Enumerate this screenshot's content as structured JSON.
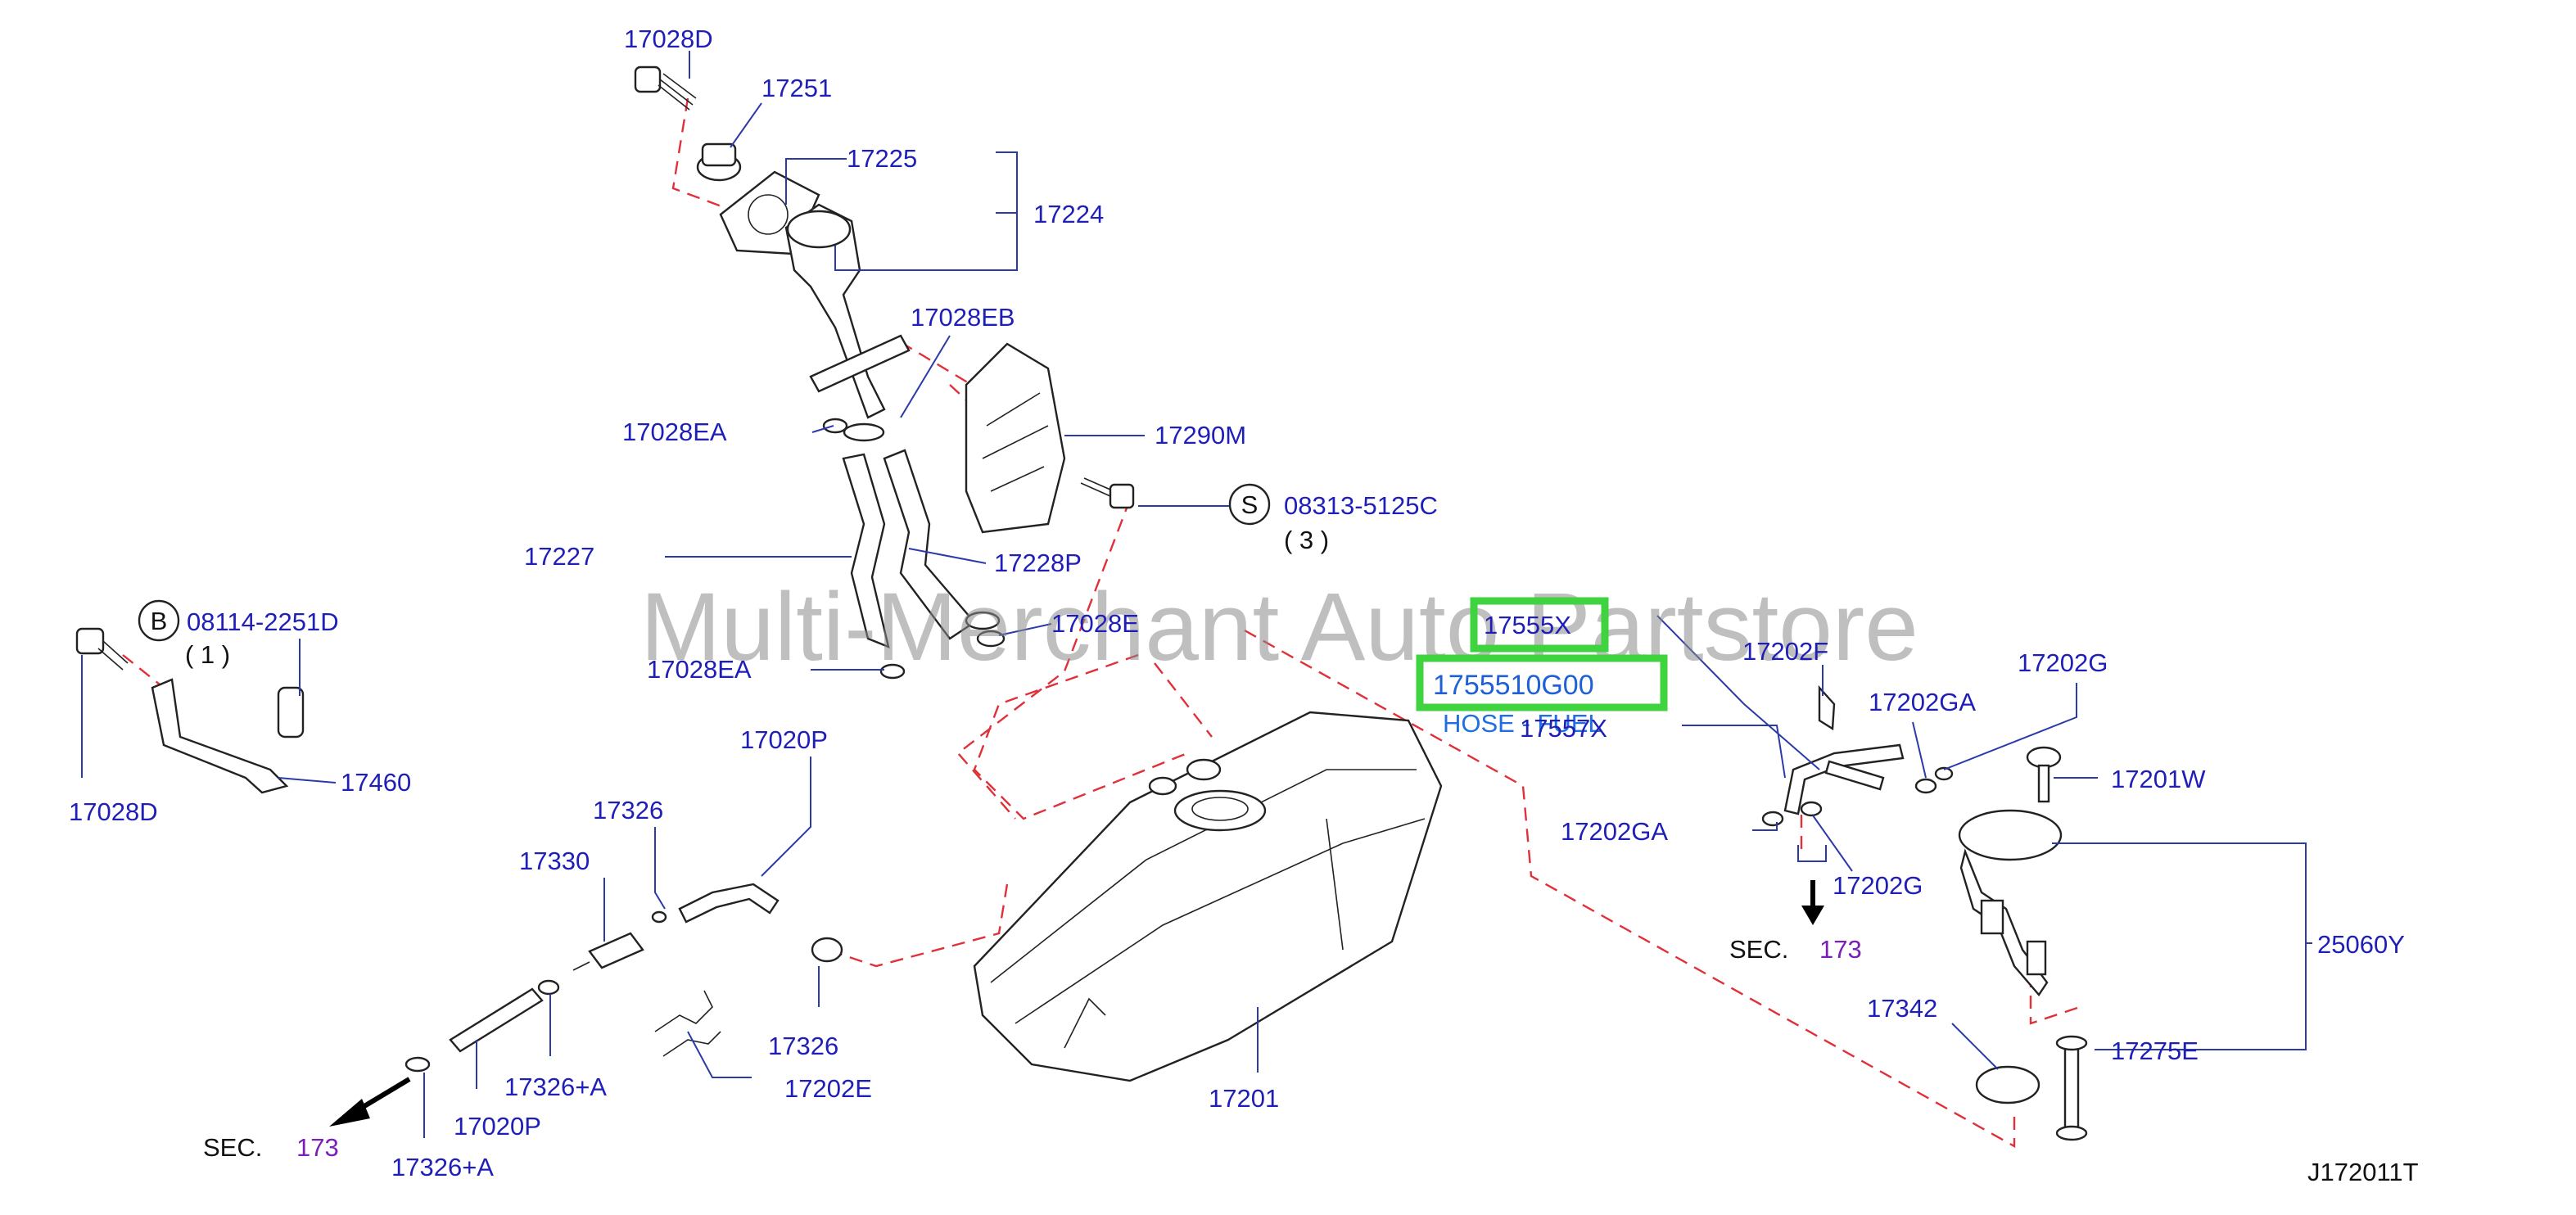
{
  "watermark": "Multi-Merchant Auto Partstore",
  "diagram_code": "J172011T",
  "highlight": {
    "part_label": "17555X",
    "part_number": "1755510G00",
    "description": "HOSE - FUEL"
  },
  "labels": {
    "p17028D_top": "17028D",
    "p17251": "17251",
    "p17225": "17225",
    "p17224": "17224",
    "p17028EB": "17028EB",
    "p17028EA_a": "17028EA",
    "p17290M": "17290M",
    "p08313": "08313-5125C",
    "p08313_qty": "( 3 )",
    "p17227": "17227",
    "p17228P": "17228P",
    "p08114": "08114-2251D",
    "p08114_qty": "( 1 )",
    "p17028E": "17028E",
    "p17028EA_b": "17028EA",
    "p17460": "17460",
    "p17028D_left": "17028D",
    "p17020P_top": "17020P",
    "p17326_top": "17326",
    "p17330": "17330",
    "p17326_bot": "17326",
    "p17326A_a": "17326+A",
    "p17202E": "17202E",
    "p17020P_bot": "17020P",
    "p17326A_b": "17326+A",
    "p17201": "17201",
    "p17202F": "17202F",
    "p17557X": "17557X",
    "p17202GA_top": "17202GA",
    "p17202G_top": "17202G",
    "p17201W": "17201W",
    "p17202GA_left": "17202GA",
    "p17202G_mid": "17202G",
    "p25060Y": "25060Y",
    "p17342": "17342",
    "p17275E": "17275E"
  },
  "circles": {
    "s": "S",
    "b": "B"
  },
  "sec_refs": [
    {
      "prefix": "SEC.",
      "number": "173"
    },
    {
      "prefix": "SEC.",
      "number": "173"
    }
  ],
  "colors": {
    "label": "#1f1fb8",
    "dashed_guide": "#e0303a",
    "highlight_box": "#3fd33f",
    "sec_number": "#7a1fb8"
  }
}
